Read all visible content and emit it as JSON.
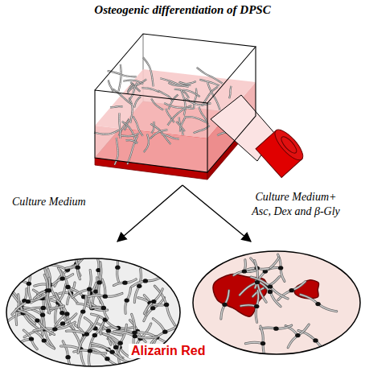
{
  "diagram": {
    "title": "Osteogenic differentiation of DPSC",
    "nodes": [
      {
        "text": [
          "Culture Medium"
        ]
      },
      {
        "text": [
          "Culture Medium+ Asc, Dex and β-Gly"
        ]
      }
    ],
    "labels": [
      "Alizarin Red"
    ]
  }
}
